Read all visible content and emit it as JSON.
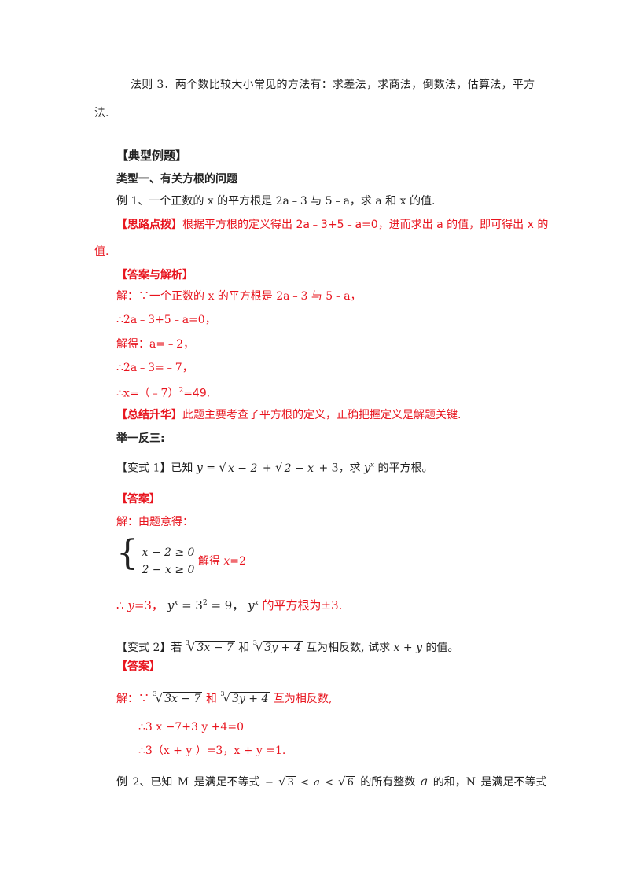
{
  "rule3": {
    "line1": "法则 3．两个数比较大小常见的方法有：求差法，求商法，倒数法，估算法，平方",
    "line2": "法."
  },
  "section_title": "【典型例题】",
  "type1_title": "类型一、有关方根的问题",
  "example1": {
    "question": "例 1、一个正数的 x 的平方根是 2a﹣3 与 5﹣a，求 a 和 x 的值.",
    "hint_label": "【思路点拨】",
    "hint_text_1": "根据平方根的定义得出 2a﹣3+5﹣a=0，进而求出 a 的值，即可得出 x 的",
    "hint_text_2": "值.",
    "answer_label": "【答案与解析】",
    "sol1": "解：∵一个正数的 x 的平方根是 2a﹣3 与 5﹣a，",
    "sol2": "∴2a﹣3+5﹣a=0，",
    "sol3": "解得：a=﹣2，",
    "sol4": "∴2a﹣3=﹣7，",
    "sol5_pre": "∴x=（﹣7）",
    "sol5_sup": "2",
    "sol5_post": "=49.",
    "summary_label": "【总结升华】",
    "summary_text": "此题主要考查了平方根的定义，正确把握定义是解题关键."
  },
  "practice_title": "举一反三:",
  "variant1": {
    "label": "【变式 1】已知",
    "y": "y",
    "eq": "=",
    "rad1": "x − 2",
    "plus1": "+",
    "rad2": "2 − x",
    "plus3": "+ 3",
    "comma": "，求",
    "base": "y",
    "exp": "x",
    "tail": "的平方根。",
    "answer_label": "【答案】",
    "sol1": "解：由题意得：",
    "sys1": "x − 2 ≥ 0",
    "sys2": "2 − x ≥ 0",
    "solved": "解得",
    "x": "x",
    "xval": "=2",
    "therefore": "∴",
    "y2": "y",
    "yval": "=3，",
    "ybase": "y",
    "yexp": "x",
    "calc": "= 3",
    "calc_sup": "2",
    "calc_tail": "= 9",
    "sep": "，",
    "ybase2": "y",
    "yexp2": "x",
    "result": "的平方根为±3."
  },
  "variant2": {
    "label": "【变式 2】若",
    "idx": "3",
    "rad_a": "3x − 7",
    "and": "和",
    "idx2": "3",
    "rad_b": "3y + 4",
    "tail": "互为相反数, 试求",
    "xy": "x + y",
    "tail2": "的值。",
    "answer_label": "【答案】",
    "sol_pre": "解：∵",
    "idx3": "3",
    "rad_c": "3x − 7",
    "and2": "和",
    "idx4": "3",
    "rad_d": "3y + 4",
    "sol_post": "互为相反数,",
    "line2": "∴3 x −7+3 y +4=0",
    "line3": "∴3（x + y ）=3，x + y =1."
  },
  "example2": {
    "pre": "例 2、已知 M 是满足不等式",
    "ineq_a": "− ",
    "ineq_r1": "3",
    "ineq_mid": " < a < ",
    "ineq_r2": "6",
    "mid": "的所有整数",
    "a": "a",
    "post": "的和，N 是满足不等式"
  }
}
